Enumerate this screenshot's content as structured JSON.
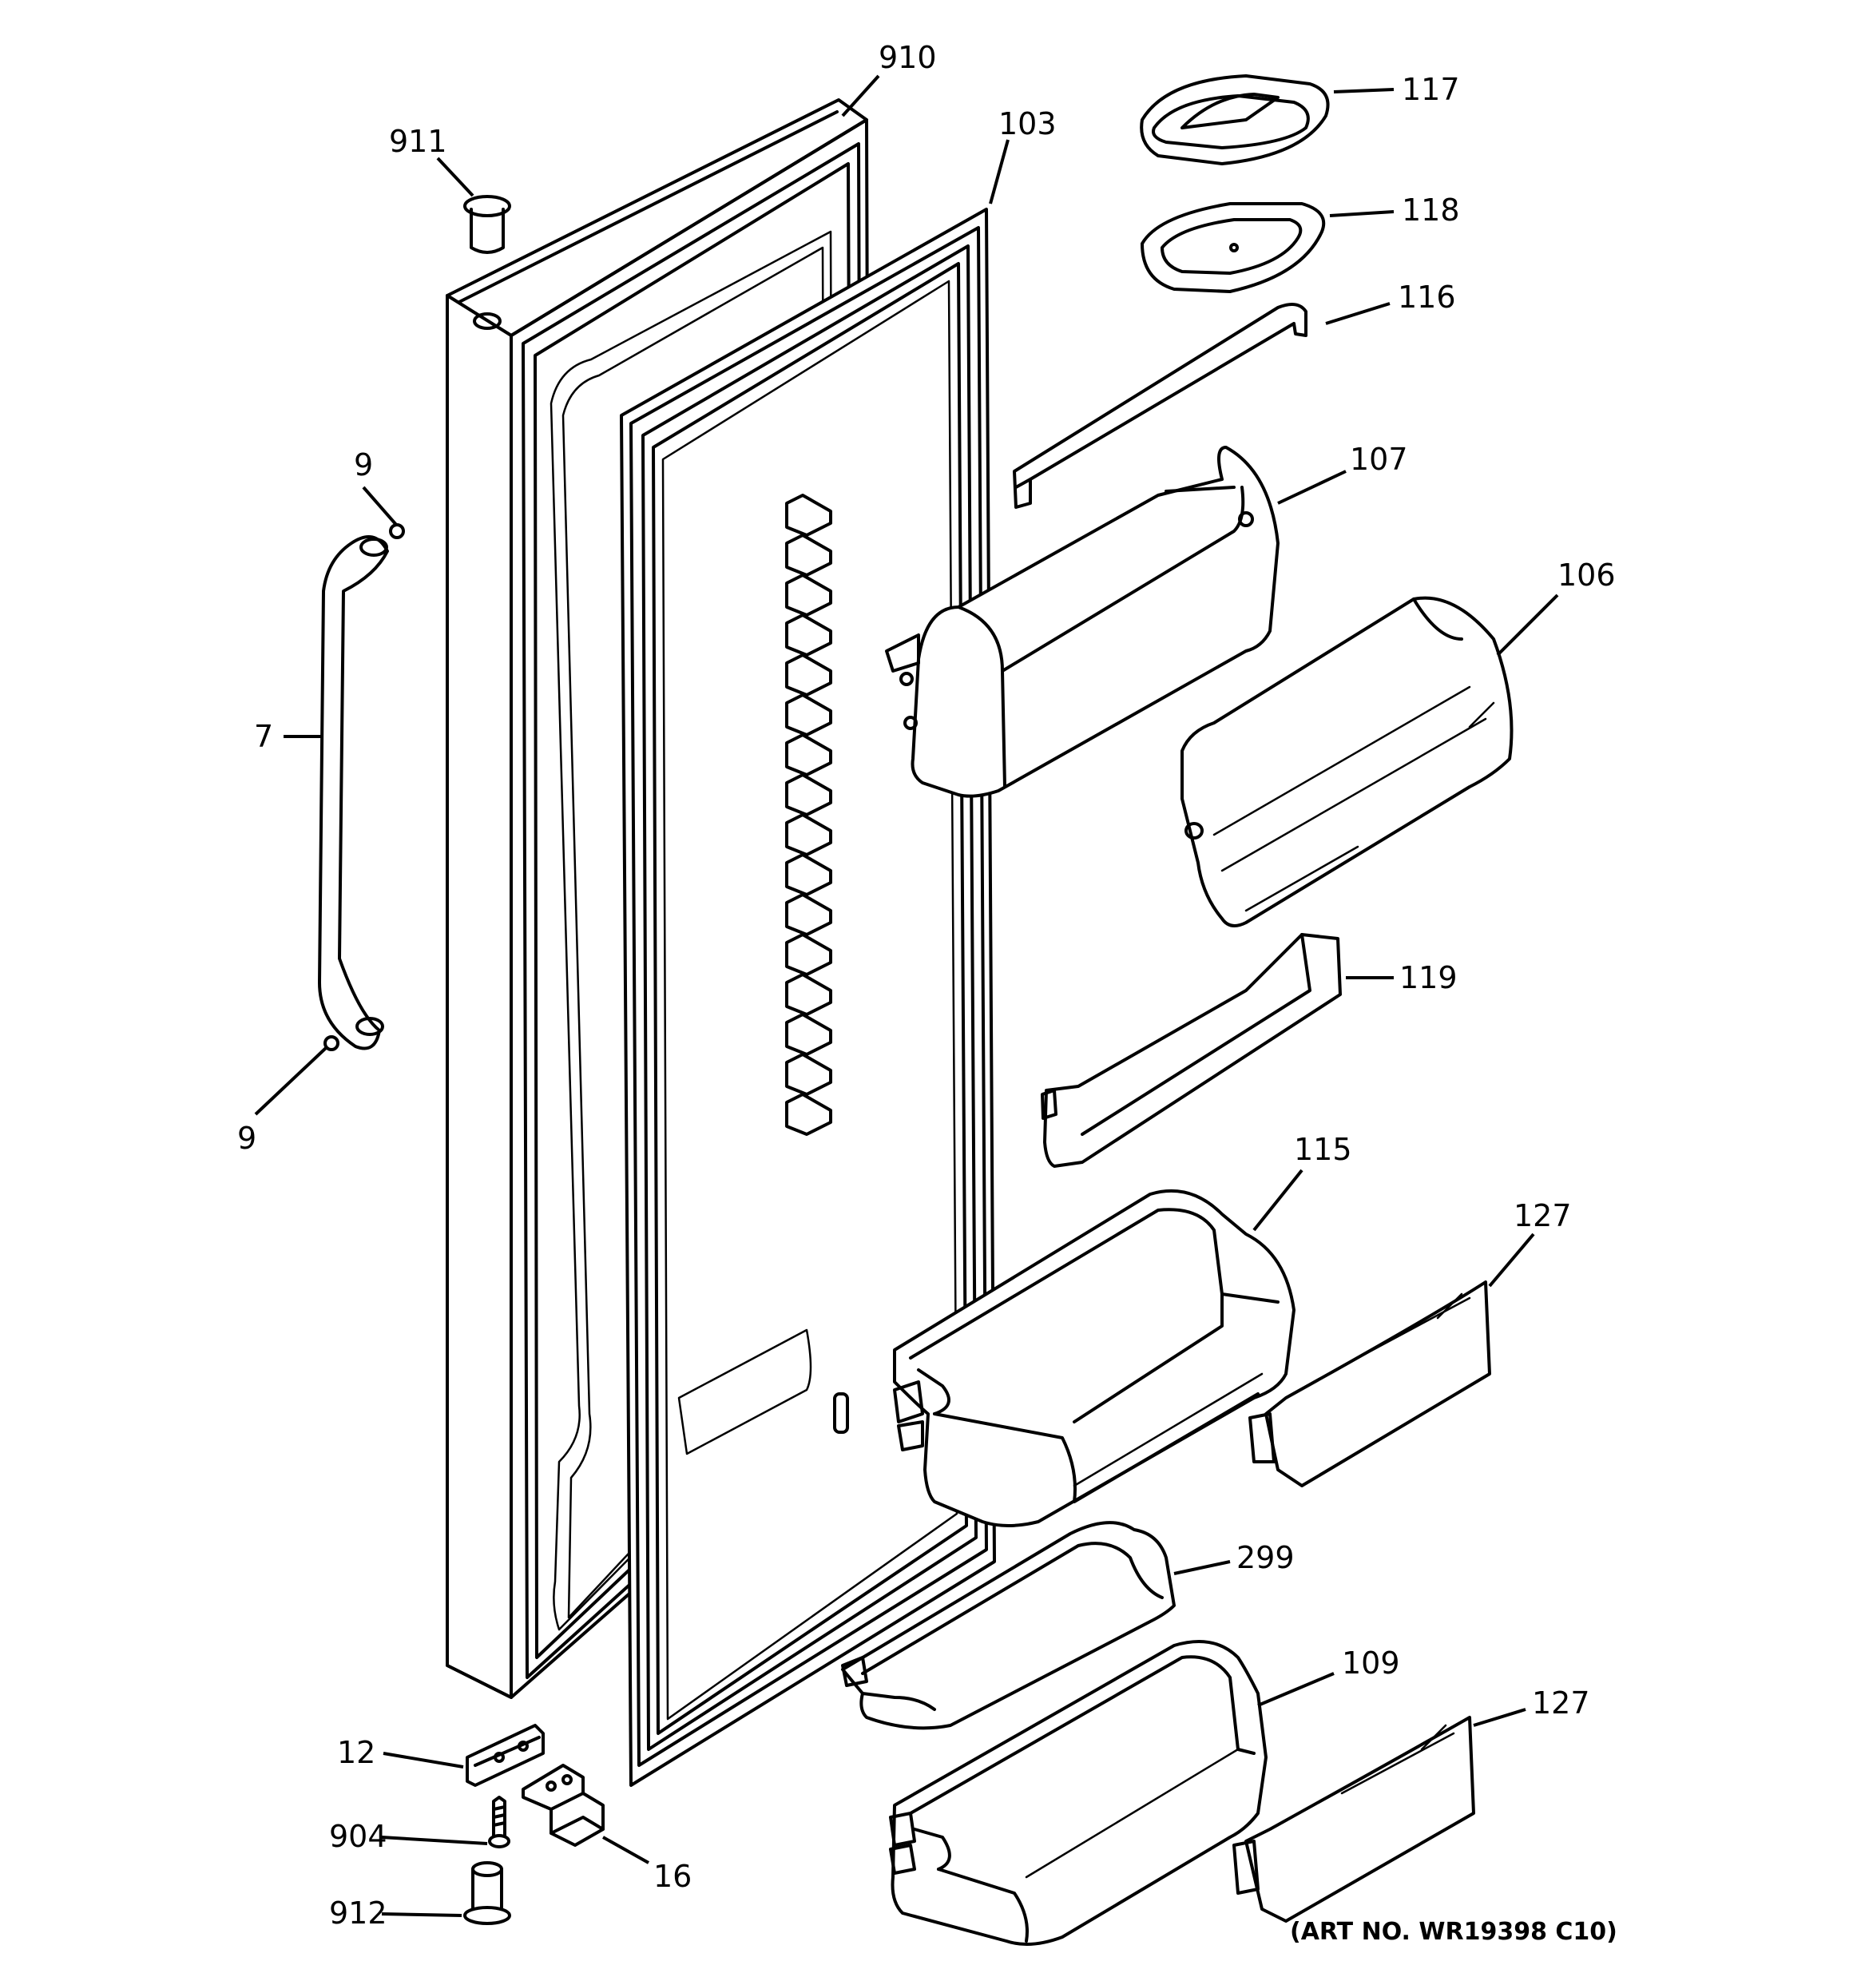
{
  "callouts": {
    "c910": "910",
    "c911": "911",
    "c103": "103",
    "c117": "117",
    "c118": "118",
    "c116": "116",
    "c107": "107",
    "c106": "106",
    "c9a": "9",
    "c7": "7",
    "c9b": "9",
    "c119": "119",
    "c115": "115",
    "c127a": "127",
    "c299": "299",
    "c109": "109",
    "c127b": "127",
    "c12": "12",
    "c904": "904",
    "c16": "16",
    "c912": "912"
  },
  "art_number": "(ART NO. WR19398 C10)"
}
